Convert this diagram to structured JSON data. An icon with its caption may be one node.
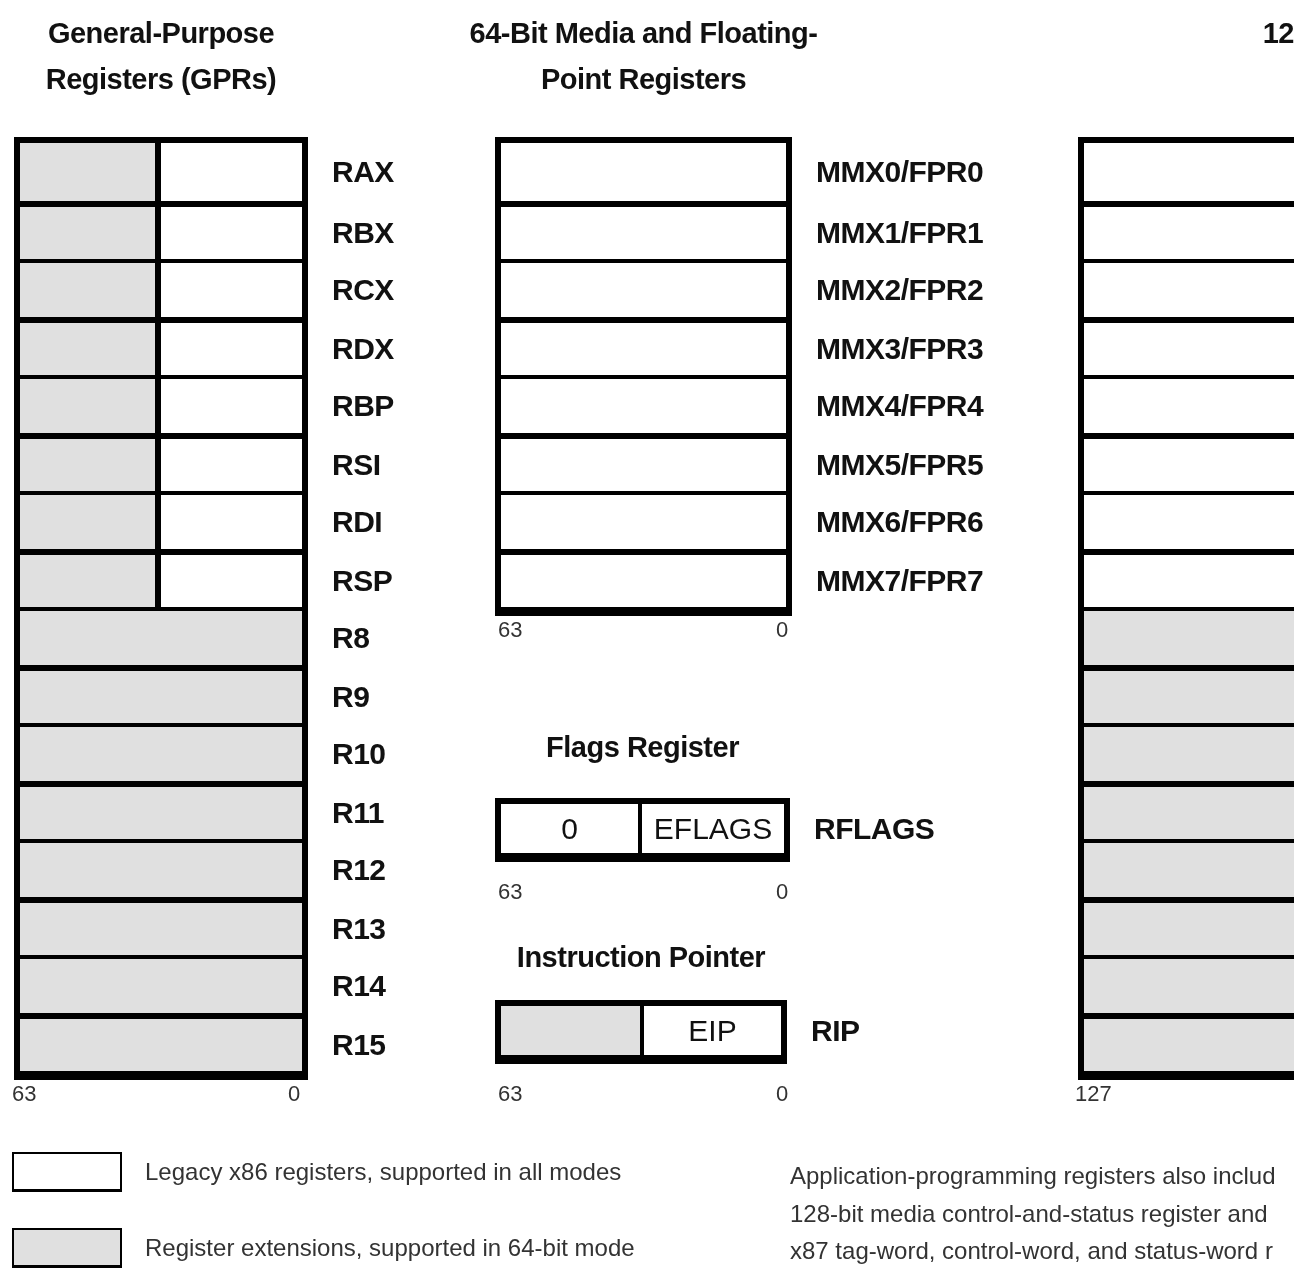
{
  "diagram": {
    "nodes": [
      {
        "text": [
          "General-Purpose Registers (GPRs)"
        ]
      },
      {
        "text": [],
        "shape": "box",
        "in": 0,
        "beside": [
          "RAX"
        ]
      },
      {
        "text": [],
        "shape": "box",
        "in": 0,
        "beside": [
          "RBX"
        ]
      },
      {
        "text": [],
        "shape": "box",
        "in": 0,
        "beside": [
          "RCX"
        ]
      },
      {
        "text": [],
        "shape": "box",
        "in": 0,
        "beside": [
          "RDX"
        ]
      },
      {
        "text": [],
        "shape": "box",
        "in": 0,
        "beside": [
          "RBP"
        ]
      },
      {
        "text": [],
        "shape": "box",
        "in": 0,
        "beside": [
          "RSI"
        ]
      },
      {
        "text": [],
        "shape": "box",
        "in": 0,
        "beside": [
          "RDI"
        ]
      },
      {
        "text": [],
        "shape": "box",
        "in": 0,
        "beside": [
          "RSP"
        ]
      },
      {
        "text": [],
        "shape": "box",
        "in": 0,
        "beside": [
          "R8"
        ]
      },
      {
        "text": [],
        "shape": "box",
        "in": 0,
        "beside": [
          "R9"
        ]
      },
      {
        "text": [],
        "shape": "box",
        "in": 0,
        "beside": [
          "R10"
        ]
      },
      {
        "text": [],
        "shape": "box",
        "in": 0,
        "beside": [
          "R11"
        ]
      },
      {
        "text": [],
        "shape": "box",
        "in": 0,
        "beside": [
          "R12"
        ]
      },
      {
        "text": [],
        "shape": "box",
        "in": 0,
        "beside": [
          "R13"
        ]
      },
      {
        "text": [],
        "shape": "box",
        "in": 0,
        "beside": [
          "R14"
        ]
      },
      {
        "text": [],
        "shape": "box",
        "in": 0,
        "beside": [
          "R15"
        ]
      },
      {
        "text": [
          "64-Bit Media and Floating-Point Registers"
        ]
      },
      {
        "text": [],
        "shape": "box",
        "in": 17,
        "beside": [
          "MMX0/FPR0"
        ]
      },
      {
        "text": [],
        "shape": "box",
        "in": 17,
        "beside": [
          "MMX1/FPR1"
        ]
      },
      {
        "text": [],
        "shape": "box",
        "in": 17,
        "beside": [
          "MMX2/FPR2"
        ]
      },
      {
        "text": [],
        "shape": "box",
        "in": 17,
        "beside": [
          "MMX3/FPR3"
        ]
      },
      {
        "text": [],
        "shape": "box",
        "in": 17,
        "beside": [
          "MMX4/FPR4"
        ]
      },
      {
        "text": [],
        "shape": "box",
        "in": 17,
        "beside": [
          "MMX5/FPR5"
        ]
      },
      {
        "text": [],
        "shape": "box",
        "in": 17,
        "beside": [
          "MMX6/FPR6"
        ]
      },
      {
        "text": [],
        "shape": "box",
        "in": 17,
        "beside": [
          "MMX7/FPR7"
        ]
      },
      {
        "text": [
          "Flags Register"
        ],
        "beside": [
          "RFLAGS"
        ]
      },
      {
        "text": [
          "0"
        ],
        "in": 26
      },
      {
        "text": [
          "EFLAGS"
        ],
        "in": 26
      },
      {
        "text": [
          "Instruction Pointer"
        ],
        "beside": [
          "RIP"
        ]
      },
      {
        "text": [],
        "shape": "box",
        "in": 29
      },
      {
        "text": [
          "EIP"
        ],
        "in": 29
      },
      {
        "text": [
          "12"
        ]
      },
      {
        "text": [],
        "shape": "box",
        "in": 32
      },
      {
        "text": [],
        "shape": "box",
        "in": 32
      },
      {
        "text": [],
        "shape": "box",
        "in": 32
      },
      {
        "text": [],
        "shape": "box",
        "in": 32
      },
      {
        "text": [],
        "shape": "box",
        "in": 32
      },
      {
        "text": [],
        "shape": "box",
        "in": 32
      },
      {
        "text": [],
        "shape": "box",
        "in": 32
      },
      {
        "text": [],
        "shape": "box",
        "in": 32
      },
      {
        "text": [],
        "shape": "box",
        "in": 32
      },
      {
        "text": [],
        "shape": "box",
        "in": 32
      },
      {
        "text": [],
        "shape": "box",
        "in": 32
      },
      {
        "text": [],
        "shape": "box",
        "in": 32
      },
      {
        "text": [],
        "shape": "box",
        "in": 32
      },
      {
        "text": [],
        "shape": "box",
        "in": 32
      },
      {
        "text": [],
        "shape": "box",
        "in": 32
      },
      {
        "text": [],
        "shape": "box",
        "in": 32
      }
    ],
    "labels": [
      "63",
      "0",
      "63",
      "0",
      "63",
      "0",
      "63",
      "0",
      "127",
      "Application-programming registers also includ",
      "128-bit media control-and-status register and",
      "x87 tag-word, control-word, and status-word r"
    ],
    "legend": [
      {
        "text": "Legacy x86 registers, supported in all modes",
        "color": "#ffffff"
      },
      {
        "text": "Register extensions, supported in 64-bit mode",
        "color": "#e0e0e0"
      }
    ]
  }
}
